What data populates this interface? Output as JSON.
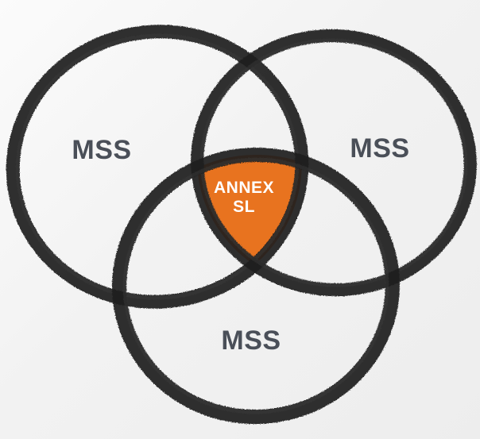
{
  "diagram": {
    "sets": [
      {
        "id": "left",
        "label": "MSS"
      },
      {
        "id": "right",
        "label": "MSS"
      },
      {
        "id": "bottom",
        "label": "MSS"
      }
    ],
    "intersection": {
      "line1": "ANNEX",
      "line2": "SL"
    }
  },
  "colors": {
    "ring": "#1c1c1c",
    "label_text": "#4a4f58",
    "intersection_fill": "#e8731f",
    "intersection_text": "#ffffff",
    "background": "#f2f2f2"
  }
}
